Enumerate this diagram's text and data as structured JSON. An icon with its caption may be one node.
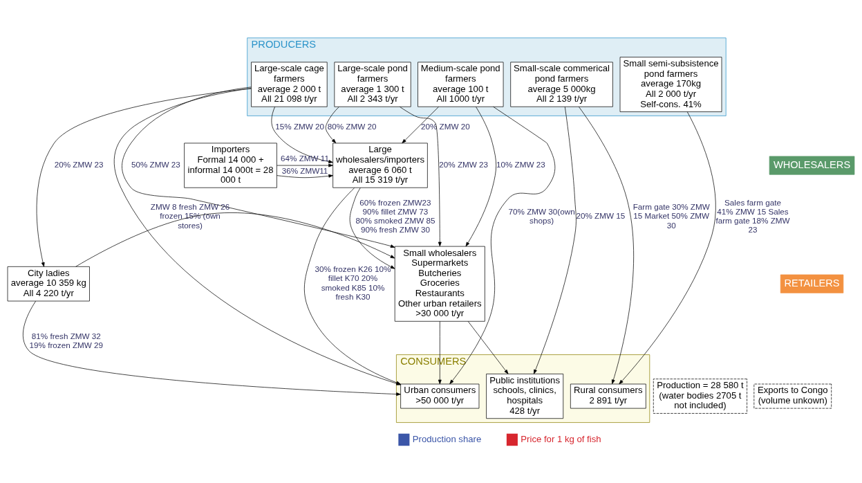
{
  "diagram": {
    "nodes": [
      {
        "text": [
          "PRODUCERS"
        ]
      },
      {
        "text": [
          "Small semi-subsistence pond farmers",
          "average 170kg",
          "All 2 000 t/yr",
          "Self-cons. 41%"
        ],
        "in": 0
      },
      {
        "text": [
          "Small-scale commerical pond farmers",
          "average 5 000kg",
          "All 2 139 t/yr"
        ],
        "in": 0
      },
      {
        "text": [
          "Medium-scale pond farmers",
          "average 100 t",
          "All 1000 t/yr"
        ],
        "in": 0
      },
      {
        "text": [
          "Large-scale pond farmers",
          "average 1 300 t",
          "All 2 343 t/yr"
        ],
        "in": 0
      },
      {
        "text": [
          "Large-scale cage farmers",
          "average 2 000 t",
          "All 21 098 t/yr"
        ],
        "in": 0
      },
      {
        "text": [
          "WHOLESALERS"
        ]
      },
      {
        "text": [
          "RETAILERS"
        ]
      },
      {
        "text": [
          "Large wholesalers/importers",
          "average 6 060 t",
          "All 15 319 t/yr"
        ]
      },
      {
        "text": [
          "Small wholesalers",
          "Supermarkets",
          "Butcheries",
          "Groceries",
          "Restaurants",
          "Other urban retailers",
          ">30 000 t/yr"
        ]
      },
      {
        "text": [
          "City ladies",
          "average 10 359 kg",
          "All 4 220 t/yr"
        ]
      },
      {
        "text": [
          "CONSUMERS"
        ]
      },
      {
        "text": [
          "Rural consumers",
          "2 891 t/yr"
        ],
        "in": 11
      },
      {
        "text": [
          "Public institutions schools, clinics, hospitals",
          "428 t/yr"
        ],
        "in": 11
      },
      {
        "text": [
          "Urban consumers",
          ">50 000 t/yr"
        ],
        "in": 11
      },
      {
        "text": [
          "Production = 28 580 t (water bodies 2705 t not included)"
        ]
      },
      {
        "text": [
          "Importers",
          "Formal 14 000 + informal 14 000t = 28 000 t"
        ]
      },
      {
        "text": [
          "Exports to Congo (volume unkown)"
        ]
      }
    ],
    "edges": [
      {
        "from": 1,
        "to": 12,
        "arrow": "to",
        "label": "Sales farm gate 41% ZMW 15 Sales farm gate 18% ZMW 23"
      },
      {
        "from": 2,
        "to": 12,
        "arrow": "to",
        "label": "Farm gate 30% ZMW 15 Market 50% ZMW 30"
      },
      {
        "from": 2,
        "to": 13,
        "arrow": "to",
        "label": "20% ZMW 15"
      },
      {
        "from": 3,
        "to": 9,
        "arrow": "to",
        "label": "10% ZMW 23"
      },
      {
        "from": 3,
        "to": 8,
        "arrow": "to",
        "label": "20% ZMW 20"
      },
      {
        "from": 3,
        "to": 14,
        "arrow": "to",
        "label": "70% ZMW 30(own shops)"
      },
      {
        "from": 4,
        "to": 9,
        "arrow": "to",
        "label": "20% ZMW 23"
      },
      {
        "from": 4,
        "to": 8,
        "arrow": "to",
        "label": "80% ZMW 20"
      },
      {
        "from": 5,
        "to": 9,
        "arrow": "to",
        "label": "50% ZMW 23"
      },
      {
        "from": 5,
        "to": 8,
        "arrow": "to",
        "label": "15% ZMW 20"
      },
      {
        "from": 5,
        "to": 14,
        "arrow": "to",
        "label": "ZMW 8 fresh ZMW 26 frozen 15% (own stores)"
      },
      {
        "from": 5,
        "to": 10,
        "arrow": "to",
        "label": "20% ZMW 23"
      },
      {
        "from": 16,
        "to": 8,
        "arrow": "to",
        "label": "36% ZMW11"
      },
      {
        "from": 16,
        "to": 8,
        "arrow": "to",
        "label": "64% ZMW 11"
      },
      {
        "from": 8,
        "to": 9,
        "arrow": "to",
        "label": "60% frozen ZMW23 90% fillet ZMW 73 80% smoked ZMW 85 90% fresh ZMW 30"
      },
      {
        "from": 8,
        "to": 14,
        "arrow": "to",
        "label": "30% frozen K26 10% fillet K70 20% smoked K85 10% fresh K30"
      },
      {
        "from": 10,
        "to": 9,
        "arrow": "to"
      },
      {
        "from": 10,
        "to": 14,
        "arrow": "to",
        "label": "81% fresh ZMW 32 19% frozen ZMW 29"
      },
      {
        "from": 9,
        "to": 13,
        "arrow": "to"
      },
      {
        "from": 9,
        "to": 14,
        "arrow": "to"
      }
    ],
    "legend": [
      {
        "text": "Production share",
        "color": "#3b56a8"
      },
      {
        "text": "Price for 1 kg of fish",
        "color": "#d7262e"
      }
    ]
  }
}
